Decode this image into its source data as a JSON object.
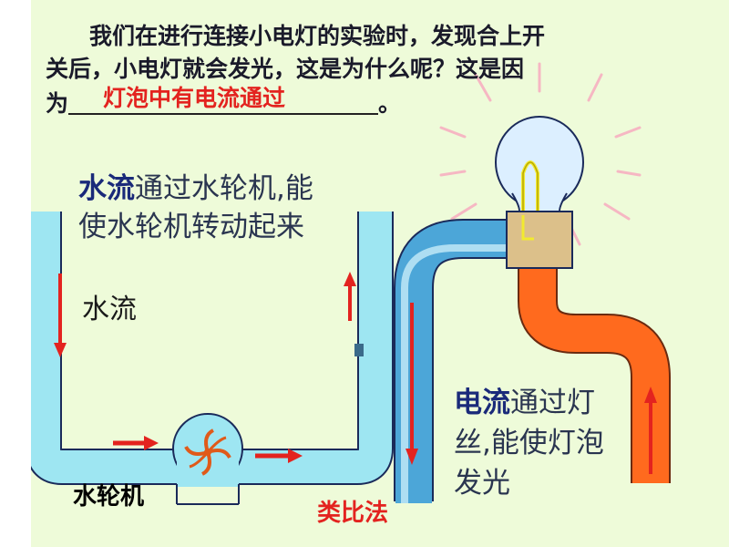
{
  "question": {
    "line1": "我们在进行连接小电灯的实验时，发现合上开",
    "line2": "关后，小电灯就会发光，这是为什么呢？这是因",
    "line3_prefix": "为",
    "answer": "灯泡中有电流通过",
    "line3_suffix": "。"
  },
  "water_analogy": {
    "desc_bold": "水流",
    "desc_rest_1": "通过水轮机,能",
    "desc_line2": "使水轮机转动起来",
    "water_label": "水流",
    "turbine_label": "水轮机"
  },
  "circuit": {
    "desc_bold": "电流",
    "desc_rest_1": "通过灯",
    "desc_line2": "丝,能使灯泡",
    "desc_line3": "发光"
  },
  "method_label": "类比法",
  "colors": {
    "background": "#eefbd9",
    "water_pipe": "#9ee6f2",
    "pipe_outline": "#1a2a5a",
    "blue_pipe": "#4ca6d8",
    "orange_pipe": "#ff6a1e",
    "arrow_red": "#e3231f",
    "answer_red": "#e3231f"
  },
  "icons": [
    "red-arrow-icon",
    "turbine-icon",
    "light-bulb-icon",
    "glow-ray-icon"
  ]
}
